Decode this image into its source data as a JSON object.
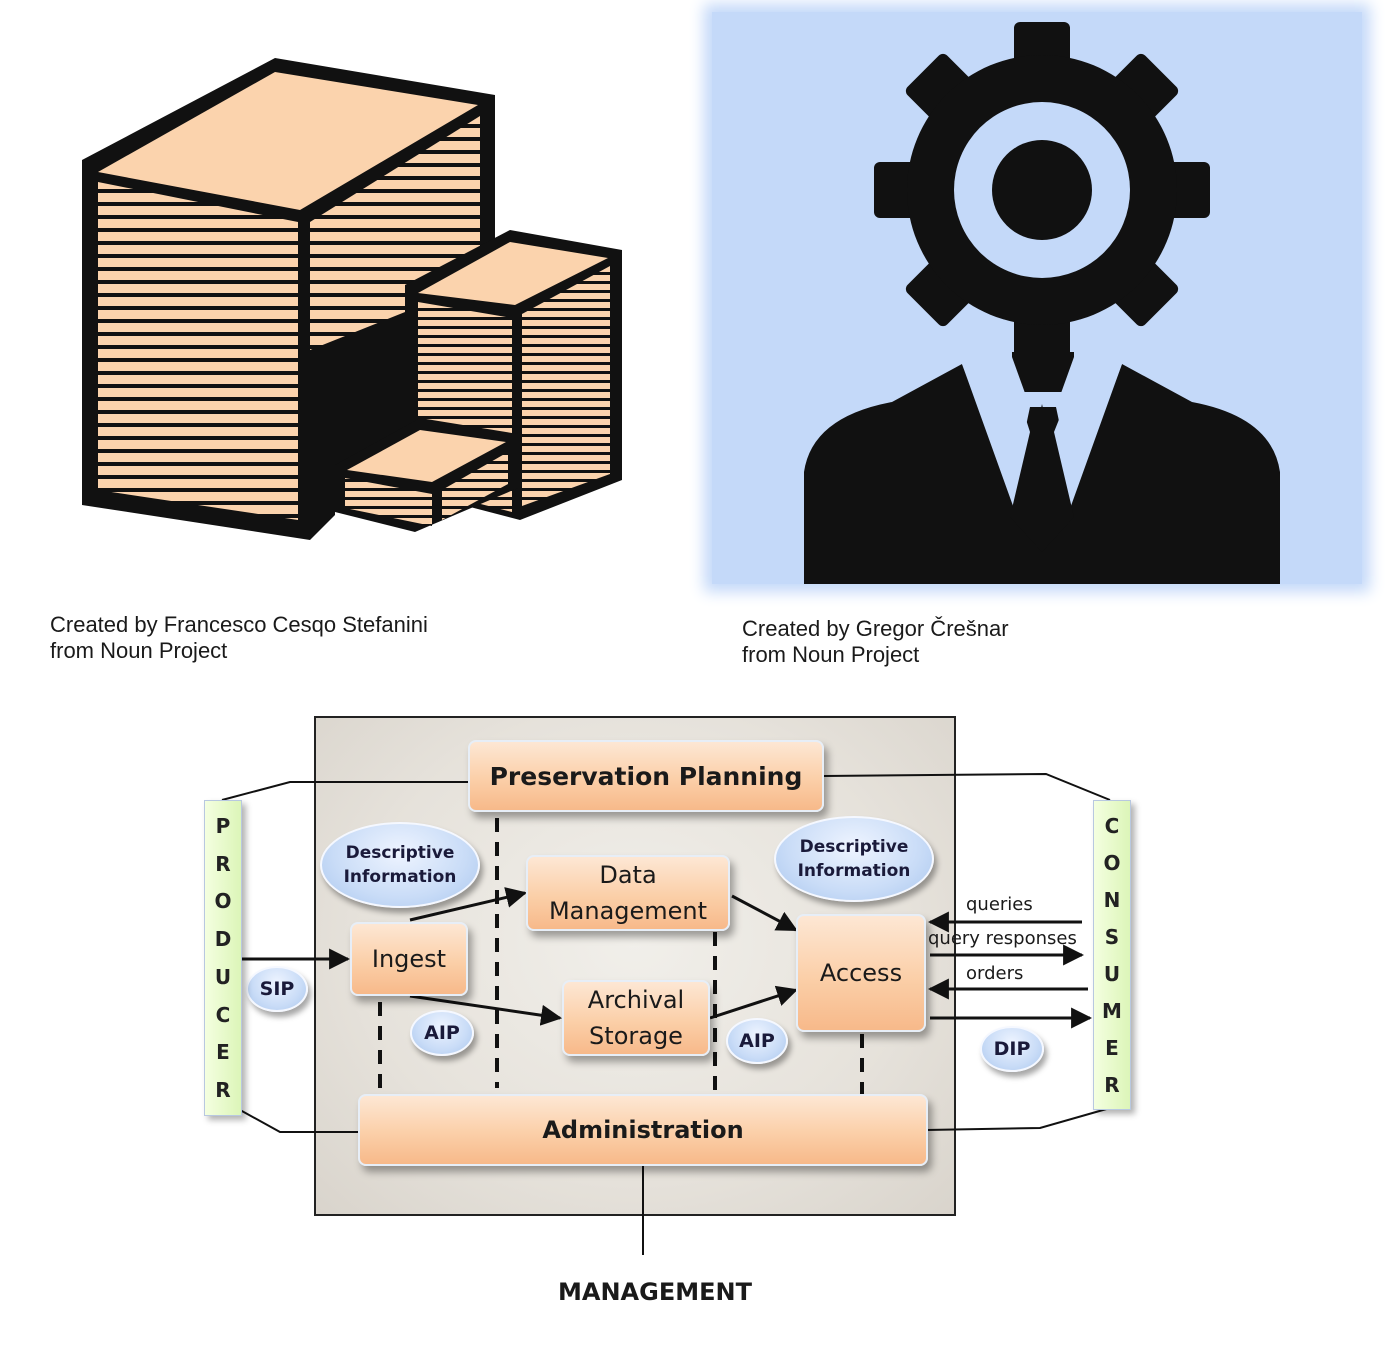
{
  "credits": {
    "left": {
      "line1": "Created by Francesco Cesqo Stefanini",
      "line2": "from Noun Project"
    },
    "right": {
      "line1": "Created by Gregor Črešnar",
      "line2": "from Noun Project"
    }
  },
  "icons": {
    "left": "paper-stacks-icon",
    "right": "gear-head-businessman-icon"
  },
  "colors": {
    "paper_fill": "#fbd3ad",
    "person_background": "#c4d9f9",
    "silhouette": "#111111",
    "box_fill": "#fbcfa8",
    "ellipse_fill": "#c9dcf7",
    "side_fill": "#dcf5b8"
  },
  "diagram": {
    "boxes": {
      "preservation_planning": "Preservation Planning",
      "data_management_line1": "Data",
      "data_management_line2": "Management",
      "ingest": "Ingest",
      "archival_storage_line1": "Archival",
      "archival_storage_line2": "Storage",
      "access": "Access",
      "administration": "Administration"
    },
    "ellipses": {
      "descriptive_left_line1": "Descriptive",
      "descriptive_left_line2": "Information",
      "descriptive_right_line1": "Descriptive",
      "descriptive_right_line2": "Information",
      "sip": "SIP",
      "aip_left": "AIP",
      "aip_right": "AIP",
      "dip": "DIP"
    },
    "producer": [
      "P",
      "R",
      "O",
      "D",
      "U",
      "C",
      "E",
      "R"
    ],
    "consumer": [
      "C",
      "O",
      "N",
      "S",
      "U",
      "M",
      "E",
      "R"
    ],
    "flows": {
      "queries": "queries",
      "query_responses": "query responses",
      "orders": "orders"
    },
    "management": "MANAGEMENT"
  }
}
